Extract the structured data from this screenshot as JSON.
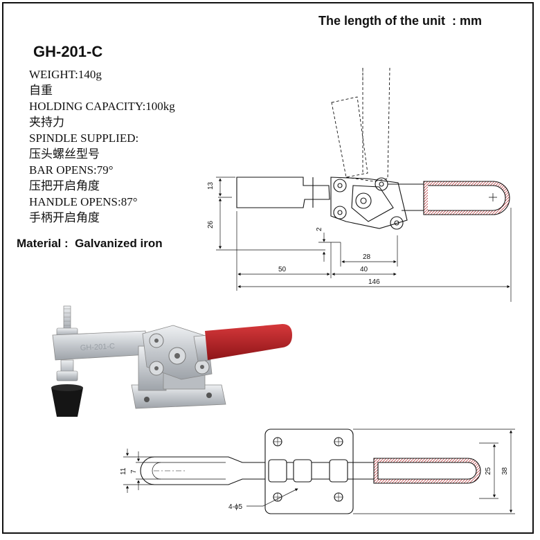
{
  "unit_note": "The length of the unit  : mm",
  "model": "GH-201-C",
  "specs": [
    "WEIGHT:140g",
    "自重",
    "HOLDING CAPACITY:100kg",
    "夹持力",
    "SPINDLE SUPPLIED:",
    "压头螺丝型号",
    "BAR OPENS:79°",
    "压把开启角度",
    "HANDLE OPENS:87°",
    "手柄开启角度"
  ],
  "material": "Material :  Galvanized iron",
  "side_view_dims": {
    "d13": "13",
    "d26": "26",
    "d2": "2",
    "d28": "28",
    "d40": "40",
    "d50": "50",
    "d146": "146"
  },
  "top_view_dims": {
    "d11": "11",
    "d7": "7",
    "d25": "25",
    "d38": "38",
    "holes": "4-ϕ5"
  },
  "product_engraving": "GH-201-C",
  "colors": {
    "handle_grip": "#b01e22",
    "metal": "#c9ccd0",
    "rubber_tip": "#151515"
  }
}
